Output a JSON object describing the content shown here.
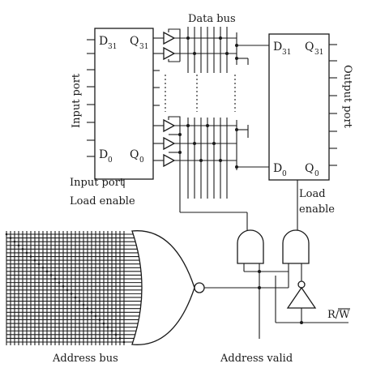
{
  "labels": {
    "data_bus": "Data bus",
    "input_port": "Input port",
    "output_port": "Output port",
    "input_port_load_1": "Input port",
    "input_port_load_2": "Load enable",
    "load_1": "Load",
    "load_2": "enable",
    "address_bus": "Address bus",
    "address_valid": "Address valid",
    "rw": "R/W"
  },
  "pins": {
    "d": "D",
    "q": "Q",
    "msb": "31",
    "lsb": "0"
  }
}
